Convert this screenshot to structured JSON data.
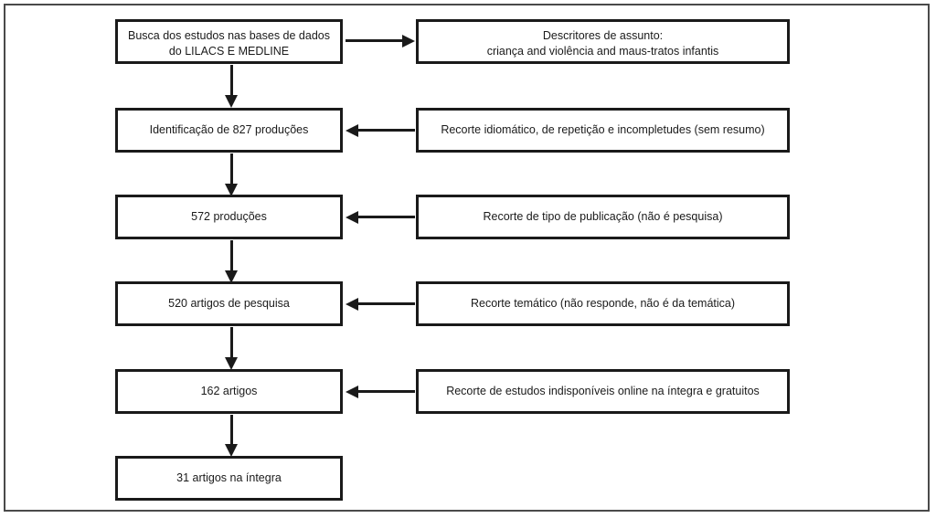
{
  "figure": {
    "language": "pt-BR",
    "colors": {
      "box_border": "#1a1a1a",
      "arrow": "#1a1a1a",
      "frame_border": "#4a4a4a",
      "background": "#ffffff",
      "text": "#1a1a1a"
    }
  },
  "chart_data": {
    "type": "diagram",
    "subtype": "flowchart",
    "title": "",
    "nodes": [
      {
        "id": "n1",
        "column": "left",
        "lines": [
          "Busca dos estudos nas bases de dados",
          "do LILACS E MEDLINE"
        ],
        "text": "Busca dos estudos nas bases de dados do LILACS E MEDLINE",
        "count": null
      },
      {
        "id": "n2",
        "column": "right",
        "lines": [
          "Descritores de assunto:",
          "criança and violência and maus-tratos infantis"
        ],
        "text": "Descritores de assunto: criança and violência and maus-tratos infantis",
        "count": null
      },
      {
        "id": "n3",
        "column": "left",
        "lines": [
          "Identificação de 827 produções"
        ],
        "text": "Identificação de 827 produções",
        "count": 827
      },
      {
        "id": "n4",
        "column": "right",
        "lines": [
          "Recorte idiomático, de repetição e incompletudes (sem resumo)"
        ],
        "text": "Recorte idiomático, de repetição e incompletudes (sem resumo)",
        "count": null
      },
      {
        "id": "n5",
        "column": "left",
        "lines": [
          "572 produções"
        ],
        "text": "572 produções",
        "count": 572
      },
      {
        "id": "n6",
        "column": "right",
        "lines": [
          "Recorte de tipo de publicação (não é pesquisa)"
        ],
        "text": "Recorte de tipo de publicação (não é pesquisa)",
        "count": null
      },
      {
        "id": "n7",
        "column": "left",
        "lines": [
          "520 artigos de pesquisa"
        ],
        "text": "520 artigos de pesquisa",
        "count": 520
      },
      {
        "id": "n8",
        "column": "right",
        "lines": [
          "Recorte temático (não responde, não é da temática)"
        ],
        "text": "Recorte temático (não responde, não é da temática)",
        "count": null
      },
      {
        "id": "n9",
        "column": "left",
        "lines": [
          "162 artigos"
        ],
        "text": "162 artigos",
        "count": 162
      },
      {
        "id": "n10",
        "column": "right",
        "lines": [
          "Recorte de estudos indisponíveis online na íntegra e gratuitos"
        ],
        "text": "Recorte de estudos indisponíveis online na íntegra e gratuitos",
        "count": null
      },
      {
        "id": "n11",
        "column": "left",
        "lines": [
          "31 artigos na íntegra"
        ],
        "text": "31 artigos na íntegra",
        "count": 31
      }
    ],
    "edges": [
      {
        "id": "e1",
        "from": "n1",
        "to": "n2",
        "direction": "right"
      },
      {
        "id": "e2",
        "from": "n1",
        "to": "n3",
        "direction": "down"
      },
      {
        "id": "e3",
        "from": "n4",
        "to": "n3",
        "direction": "left"
      },
      {
        "id": "e4",
        "from": "n3",
        "to": "n5",
        "direction": "down"
      },
      {
        "id": "e5",
        "from": "n6",
        "to": "n5",
        "direction": "left"
      },
      {
        "id": "e6",
        "from": "n5",
        "to": "n7",
        "direction": "down"
      },
      {
        "id": "e7",
        "from": "n8",
        "to": "n7",
        "direction": "left"
      },
      {
        "id": "e8",
        "from": "n7",
        "to": "n9",
        "direction": "down"
      },
      {
        "id": "e9",
        "from": "n10",
        "to": "n9",
        "direction": "left"
      },
      {
        "id": "e10",
        "from": "n9",
        "to": "n11",
        "direction": "down"
      }
    ]
  }
}
